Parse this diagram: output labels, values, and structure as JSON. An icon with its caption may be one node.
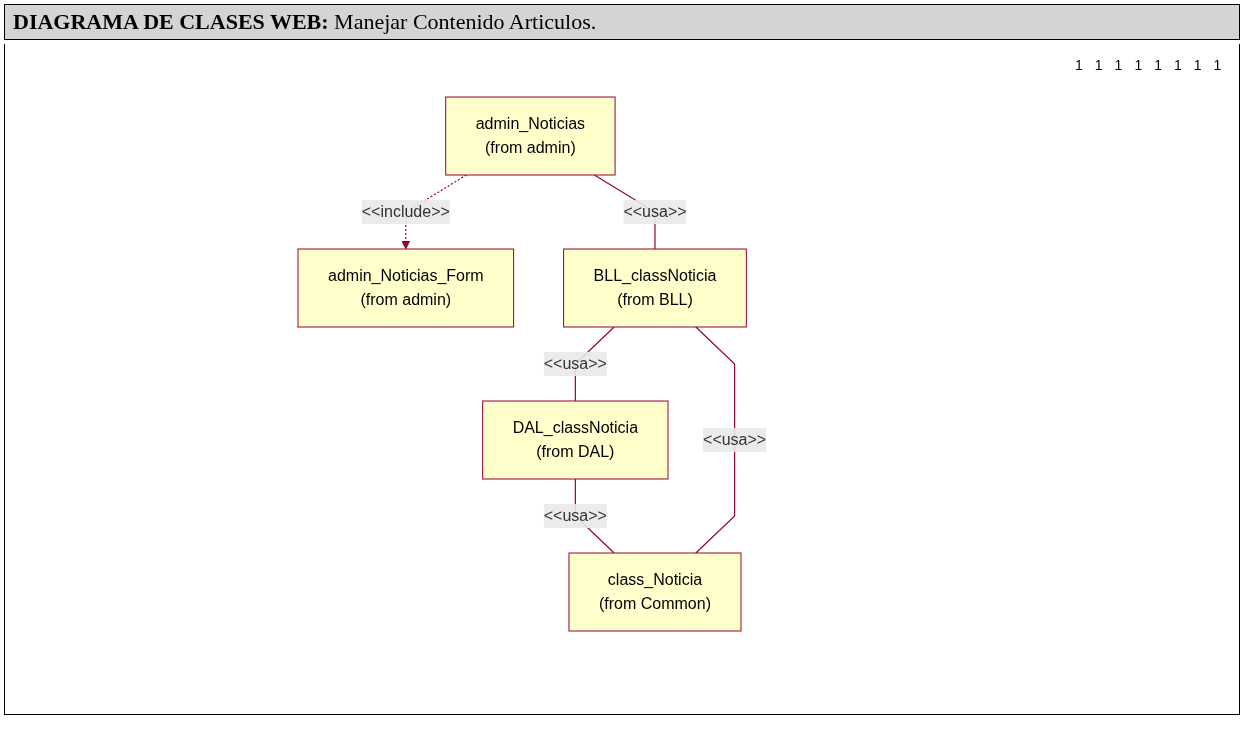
{
  "diagram": {
    "title": "**DIAGRAMA DE CLASES WEB:** Manejar Contenido Articulos.",
    "nodes": [
      {
        "text": [
          "admin_Noticias",
          "(from admin)"
        ]
      },
      {
        "text": [
          "admin_Noticias_Form",
          "(from admin)"
        ]
      },
      {
        "text": [
          "BLL_classNoticia",
          "(from BLL)"
        ]
      },
      {
        "text": [
          "DAL_classNoticia",
          "(from DAL)"
        ]
      },
      {
        "text": [
          "class_Noticia",
          "(from Common)"
        ]
      }
    ],
    "edges": [
      {
        "from": 0,
        "to": 1,
        "arrow": "to",
        "style": "dashed",
        "label": "<<include>>"
      },
      {
        "from": 0,
        "to": 2,
        "arrow": "none",
        "label": "<<usa>>"
      },
      {
        "from": 2,
        "to": 3,
        "arrow": "none",
        "label": "<<usa>>"
      },
      {
        "from": 3,
        "to": 4,
        "arrow": "none",
        "label": "<<usa>>"
      },
      {
        "from": 2,
        "to": 4,
        "arrow": "none",
        "label": "<<usa>>"
      }
    ],
    "labels": [
      "1",
      "1",
      "1",
      "1",
      "1",
      "1",
      "1",
      "1"
    ]
  }
}
